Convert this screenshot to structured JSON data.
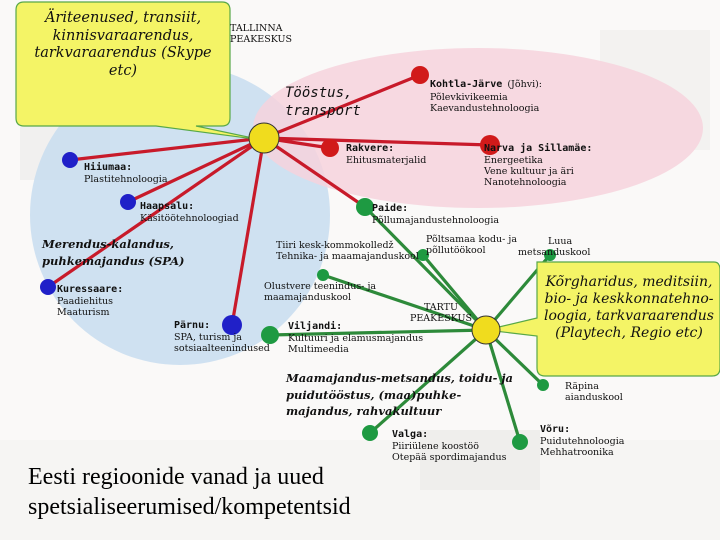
{
  "callouts": {
    "left": "Äriteenused, transiit, kinnisvaraarendus, tarkvaraarendus (Skype etc)",
    "right": "Kõrgharidus, meditsiin, bio- ja keskkonnatehno-loogia, tarkvaraarendus (Playtech, Regio etc)"
  },
  "tallinn": "TALLINNA PEAKESKUS",
  "tootus": "Tööstus, transport",
  "kohtla": {
    "name": "Kohtla-Järve",
    "name_suffix": "(Jõhvi):",
    "line1": "Põlevkivikeemia",
    "line2": "Kaevandustehnoloogia"
  },
  "rakvere": {
    "name": "Rakvere:",
    "desc": "Ehitusmaterjalid"
  },
  "narva": {
    "name": "Narva ja Sillamäe:",
    "line1": "Energeetika",
    "line2": "Vene kultuur ja äri",
    "line3": "Nanotehnoloogia"
  },
  "hiiumaa": {
    "name": "Hiiumaa:",
    "desc": "Plastitehnoloogia"
  },
  "haapsalu": {
    "name": "Haapsalu:",
    "desc": "Käsitöötehnoloogiad"
  },
  "paide": {
    "name": "Paide:",
    "desc": "Põllumajandustehnoloogia"
  },
  "merendus": "Merendus-kalandus, puhkemajandus (SPA)",
  "tiiri": {
    "line1": "Tiiri kesk-kommokolledž",
    "line2": "Tehnika- ja maamajanduskool"
  },
  "poltsamaa": {
    "line1": "Põltsamaa kodu- ja",
    "line2": "põllutöökool"
  },
  "luua": {
    "line1": "Luua",
    "line2": "metsanduskool"
  },
  "kuressaare": {
    "name": "Kuressaare:",
    "line1": "Paadiehitus",
    "line2": "Maaturism"
  },
  "olustvere": {
    "line1": "Olustvere teenindus- ja",
    "line2": "maamajanduskool"
  },
  "parnu": {
    "name": "Pärnu:",
    "line1": "SPA, turism ja",
    "line2": "sotsiaalteenindused"
  },
  "tartu": "TARTU PEAKESKUS",
  "viljandi": {
    "name": "Viljandi:",
    "line1": "Kultuuri ja elamusmajandus",
    "line2": "Multimeedia"
  },
  "maamajandus": "Maamajandus-metsandus, toidu- ja puidutööstus, (maa)puhke-majandus, rahvakultuur",
  "rapina": {
    "line1": "Räpina",
    "line2": "aianduskool"
  },
  "valga": {
    "name": "Valga:",
    "line1": "Piiriülene koostöö",
    "line2": "Otepää spordimajandus"
  },
  "voru": {
    "name": "Võru:",
    "line1": "Puidutehnoloogia",
    "line2": "Mehhatroonika"
  },
  "title": "Eesti regioonide vanad ja uued spetsialiseerumised/kompetentsid",
  "colors": {
    "left_ellipse": "#c6dcef",
    "right_ellipse": "#f6d2dc",
    "callout_fill": "#f4f466",
    "callout_border": "#58a848",
    "line_red": "#c81a2a",
    "line_green": "#2d8a3a",
    "node_yellow": "#f0dc1e",
    "node_red": "#d11a1a",
    "node_blue": "#2020c8",
    "node_green": "#1e9a42"
  }
}
